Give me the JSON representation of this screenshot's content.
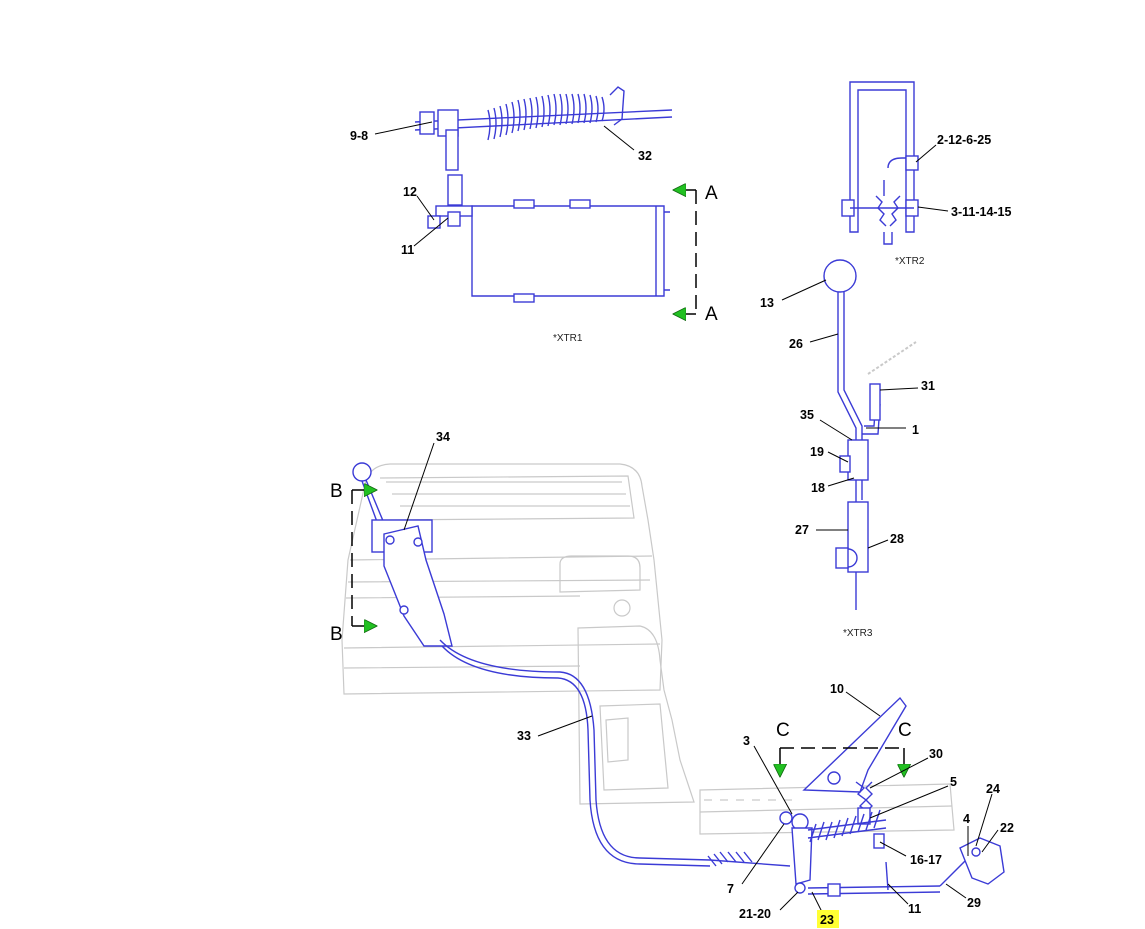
{
  "callouts": {
    "c9_8": "9-8",
    "c32": "32",
    "c12": "12",
    "c11_top": "11",
    "c2_12_6_25": "2-12-6-25",
    "c3_11_14_15": "3-11-14-15",
    "c13": "13",
    "c26": "26",
    "c31": "31",
    "c35": "35",
    "c1": "1",
    "c19": "19",
    "c18": "18",
    "c27": "27",
    "c28": "28",
    "c34": "34",
    "c33": "33",
    "c10": "10",
    "c3": "3",
    "c30": "30",
    "c5": "5",
    "c24": "24",
    "c22": "22",
    "c4": "4",
    "c16_17": "16-17",
    "c7": "7",
    "c21_20": "21-20",
    "c23": "23",
    "c11_bottom": "11",
    "c29": "29"
  },
  "section_markers": {
    "a_top": "A",
    "a_bottom": "A",
    "b_top": "B",
    "b_bottom": "B",
    "c_left": "C",
    "c_right": "C"
  },
  "view_captions": {
    "xtr1": "*XTR1",
    "xtr2": "*XTR2",
    "xtr3": "*XTR3"
  },
  "colors": {
    "part_line": "#3b3bd6",
    "ghost_line": "#c9c9c9",
    "section_arrow": "#22c022",
    "highlight": "#ffff33"
  },
  "highlighted_callout": "23"
}
